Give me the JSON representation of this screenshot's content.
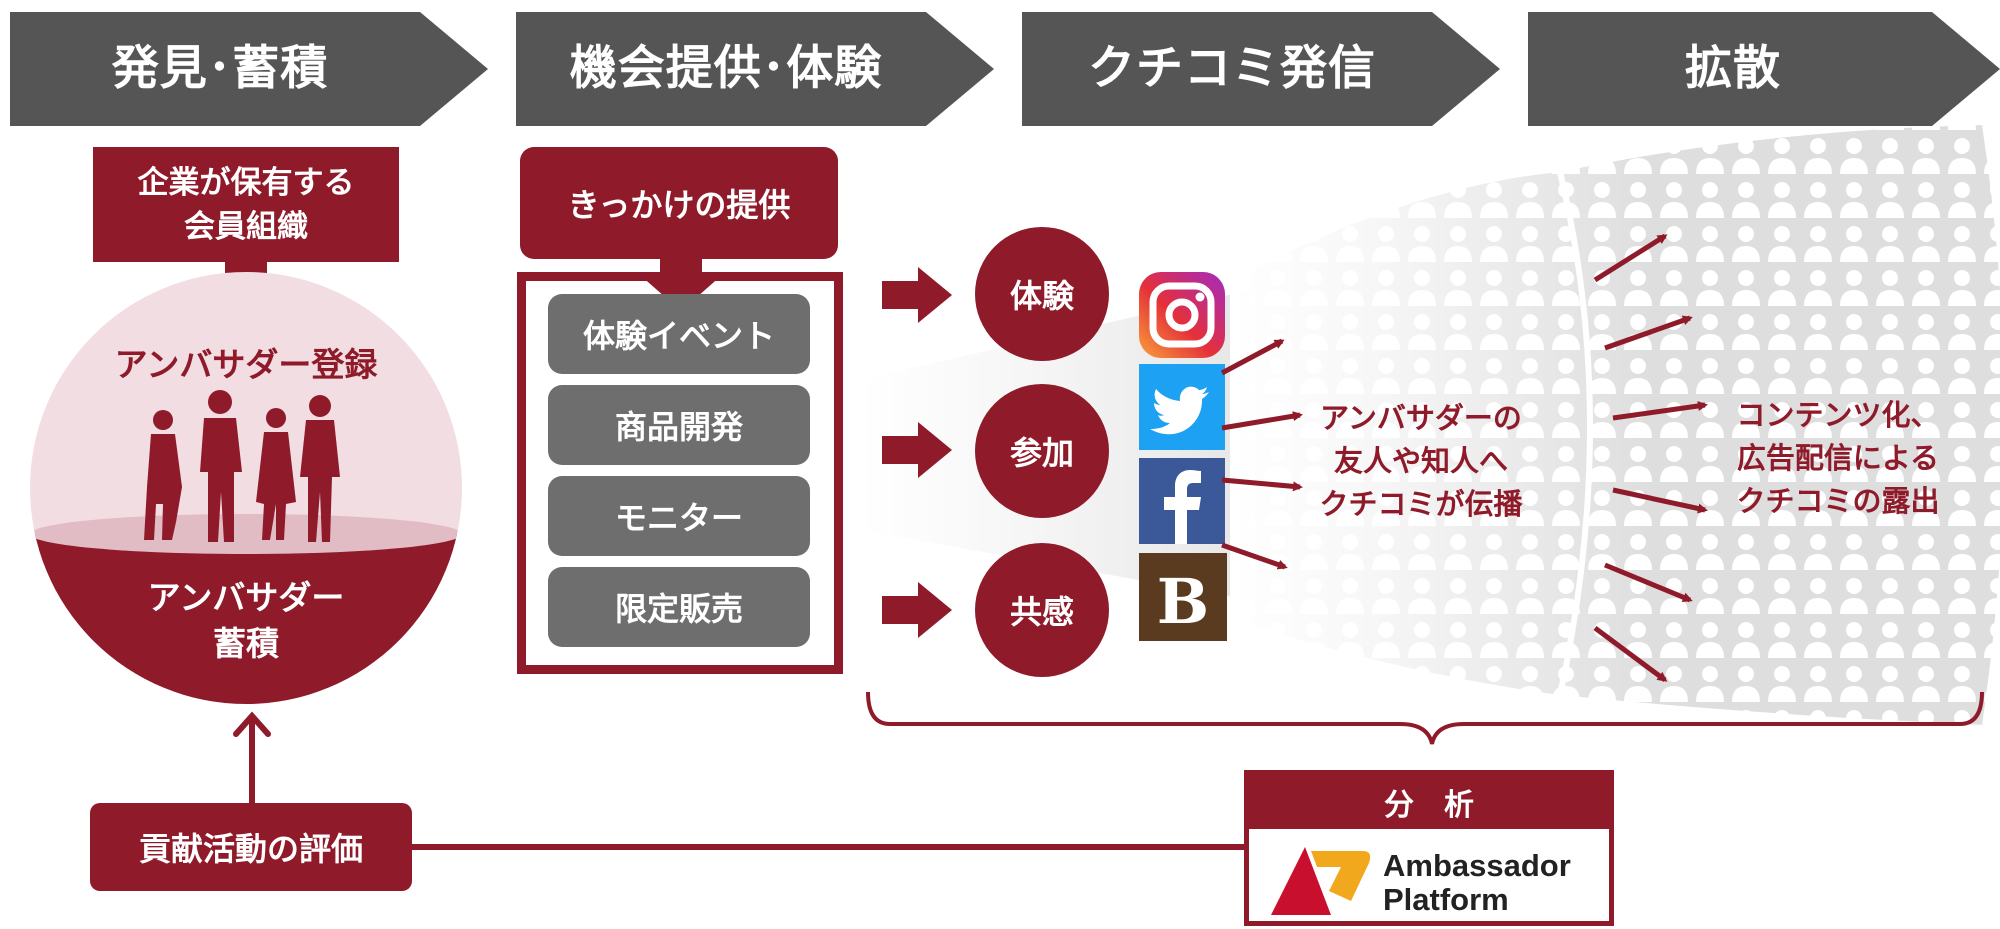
{
  "stages": [
    {
      "label": "発見･蓄積"
    },
    {
      "label": "機会提供･体験"
    },
    {
      "label": "クチコミ発信"
    },
    {
      "label": "拡散"
    }
  ],
  "left": {
    "member_org_line1": "企業が保有する",
    "member_org_line2": "会員組織",
    "register": "アンバサダー登録",
    "accumulate_line1": "アンバサダー",
    "accumulate_line2": "蓄積",
    "evaluation": "貢献活動の評価"
  },
  "opportunity": {
    "trigger": "きっかけの提供",
    "items": [
      "体験イベント",
      "商品開発",
      "モニター",
      "限定販売"
    ]
  },
  "actions": [
    "体験",
    "参加",
    "共感"
  ],
  "sns_icons": [
    "instagram-icon",
    "twitter-icon",
    "facebook-icon",
    "hatena-bookmark-icon"
  ],
  "word_of_mouth": {
    "line1": "アンバサダーの",
    "line2": "友人や知人へ",
    "line3": "クチコミが伝播"
  },
  "spread": {
    "line1": "コンテンツ化、",
    "line2": "広告配信による",
    "line3": "クチコミの露出"
  },
  "analysis": {
    "label": "分　析",
    "platform_line1": "Ambassador",
    "platform_line2": "Platform"
  },
  "colors": {
    "crimson": "#8f1a2a",
    "dark_gray": "#555555",
    "item_gray": "#6f6e6e"
  }
}
